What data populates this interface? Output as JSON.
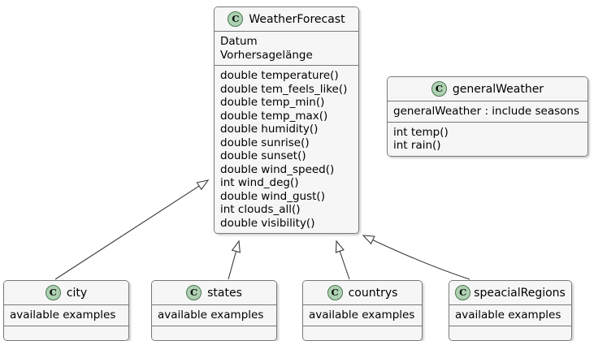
{
  "diagram": {
    "type": "uml-class-diagram",
    "background": "#FFFFFF",
    "accent": "#ADD1B2",
    "border_color": "#787878"
  },
  "classes": {
    "weather_forecast": {
      "name": "WeatherForecast",
      "stereotype": "C",
      "attributes": [
        "Datum",
        "Vorhersagelänge"
      ],
      "methods": [
        "double temperature()",
        "double tem_feels_like()",
        "double temp_min()",
        "double temp_max()",
        "double humidity()",
        "double sunrise()",
        "double sunset()",
        "double wind_speed()",
        "int wind_deg()",
        "double wind_gust()",
        "int clouds_all()",
        "double visibility()"
      ]
    },
    "general_weather": {
      "name": "generalWeather",
      "stereotype": "C",
      "attributes": [
        "generalWeather : include seasons"
      ],
      "methods": [
        "int temp()",
        "int rain()"
      ]
    },
    "city": {
      "name": "city",
      "stereotype": "C",
      "attributes": [
        "available examples"
      ],
      "methods": []
    },
    "states": {
      "name": "states",
      "stereotype": "C",
      "attributes": [
        "available examples"
      ],
      "methods": []
    },
    "countrys": {
      "name": "countrys",
      "stereotype": "C",
      "attributes": [
        "available examples"
      ],
      "methods": []
    },
    "speacial_regions": {
      "name": "speacialRegions",
      "stereotype": "C",
      "attributes": [
        "available examples"
      ],
      "methods": []
    }
  },
  "relations": [
    {
      "from": "city",
      "to": "weather_forecast",
      "kind": "generalization"
    },
    {
      "from": "states",
      "to": "weather_forecast",
      "kind": "generalization"
    },
    {
      "from": "countrys",
      "to": "weather_forecast",
      "kind": "generalization"
    },
    {
      "from": "speacial_regions",
      "to": "weather_forecast",
      "kind": "generalization"
    }
  ]
}
